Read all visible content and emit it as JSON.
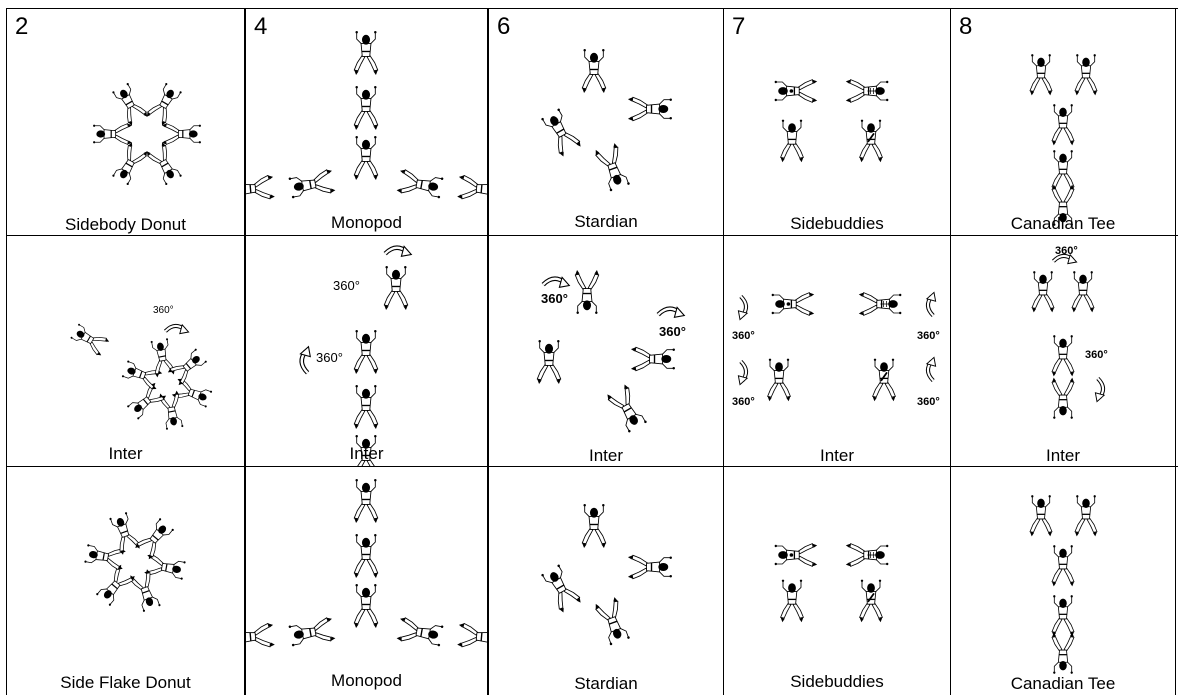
{
  "sections": [
    {
      "number": "2",
      "rows": [
        {
          "caption": "Sidebody Donut"
        },
        {
          "caption": "Inter",
          "rotations": [
            "360°"
          ]
        },
        {
          "caption": "Side Flake Donut"
        }
      ]
    },
    {
      "number": "4",
      "rows": [
        {
          "caption": "Monopod"
        },
        {
          "caption": "Inter",
          "rotations": [
            "360°",
            "360°"
          ]
        },
        {
          "caption": "Monopod"
        }
      ]
    },
    {
      "number": "6",
      "rows": [
        {
          "caption": "Stardian"
        },
        {
          "caption": "Inter",
          "rotations": [
            "360°",
            "360°"
          ]
        },
        {
          "caption": "Stardian"
        }
      ]
    },
    {
      "number": "7",
      "rows": [
        {
          "caption": "Sidebuddies"
        },
        {
          "caption": "Inter",
          "rotations": [
            "360°",
            "360°",
            "360°",
            "360°"
          ]
        },
        {
          "caption": "Sidebuddies"
        }
      ]
    },
    {
      "number": "8",
      "rows": [
        {
          "caption": "Canadian Tee"
        },
        {
          "caption": "Inter",
          "rotations": [
            "360°",
            "360°"
          ]
        },
        {
          "caption": "Canadian Tee"
        }
      ]
    }
  ],
  "colors": {
    "ink": "#000000",
    "paper": "#ffffff",
    "rule": "#555555"
  },
  "icons": [
    "skydiver-icon",
    "rotation-arrow-icon"
  ]
}
